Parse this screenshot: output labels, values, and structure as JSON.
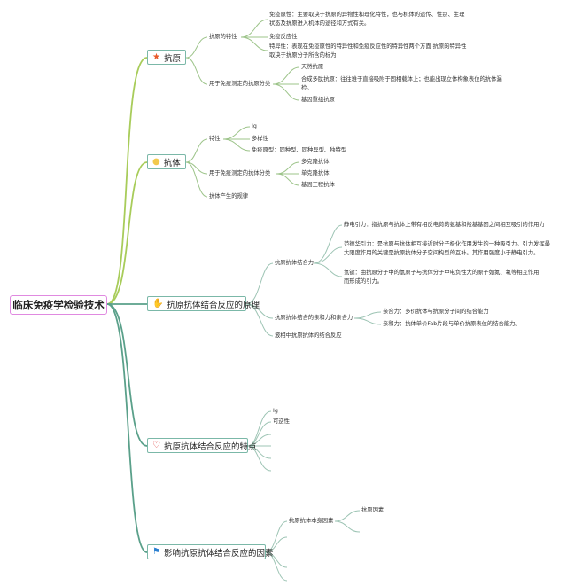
{
  "root": {
    "label": "临床免疫学检验技术"
  },
  "colors": {
    "root_border": "#e08ae0",
    "branch_border": "#7bb8a8",
    "star": "#e85a2a",
    "sun": "#f2c94c",
    "heart": "#e04a4a",
    "flag": "#2a7fd0"
  },
  "branches": {
    "antigen": {
      "label": "抗原",
      "icon": "star-icon",
      "properties": {
        "label": "抗原的特性",
        "immunogenicity": "免疫原性：主要取决于抗原的异物性和理化特性，也与机体的遗传、性别、生理状态及抗原进入机体的途径和方式有关。",
        "reactivity": "免疫反应性",
        "specificity": "特异性：表现在免疫原性的特异性和免疫反应性的特异性两个方面 抗原的特异性取决于抗原分子所含的标为"
      },
      "classes": {
        "label": "用于免疫测定的抗原分类",
        "natural": "天然抗原",
        "synthetic": "合成多肽抗原：往往难于直接吸附于固相载体上；也能出现立体构象表位的抗体漏检。",
        "recombinant": "基因重组抗原"
      }
    },
    "antibody": {
      "label": "抗体",
      "icon": "sun-icon",
      "properties": {
        "label": "特性",
        "ig": "Ig",
        "diversity": "多样性",
        "immunogenicity": "免疫原型：同种型、同种异型、独特型"
      },
      "classes": {
        "label": "用于免疫测定的抗体分类",
        "polyclonal": "多克隆抗体",
        "monoclonal": "单克隆抗体",
        "engineered": "基因工程抗体"
      },
      "regularity": "抗体产生的规律"
    },
    "principle": {
      "label": "抗原抗体结合反应的原理",
      "icon": "hand-icon",
      "forces": {
        "label": "抗原抗体结合力",
        "electrostatic": "静电引力：指抗原与抗体上带有相反电荷的氨基和羧基基团之间相互吸引的作用力",
        "vdw": "范德华引力：是抗原与抗体相互接近时分子极化作用发生的一种吸引力。引力发挥最大限度作用的关键是抗原抗体分子空间构型的互补。其作用强度小于静电引力。",
        "hydrogen": "氢键：由抗原分子中的氢原子与抗体分子中电负性大的原子如氮、氧等相互作用而形成的引力。"
      },
      "affinity": {
        "label": "抗原抗体结合的亲和力和亲合力",
        "avidity": "亲合力：多价抗体与抗原分子间的结合能力",
        "affinity_desc": "亲和力：抗体单价Fab片段与单价抗原表位的结合能力。"
      },
      "liquid": "液相中抗原抗体的结合反应"
    },
    "features": {
      "label": "抗原抗体结合反应的特点",
      "icon": "heart-icon",
      "items": [
        "Ig",
        "可逆性"
      ]
    },
    "factors": {
      "label": "影响抗原抗体结合反应的因素",
      "icon": "flag-icon",
      "self": {
        "label": "抗原抗体本身因素",
        "antigen_factor": "抗原因素"
      }
    }
  }
}
